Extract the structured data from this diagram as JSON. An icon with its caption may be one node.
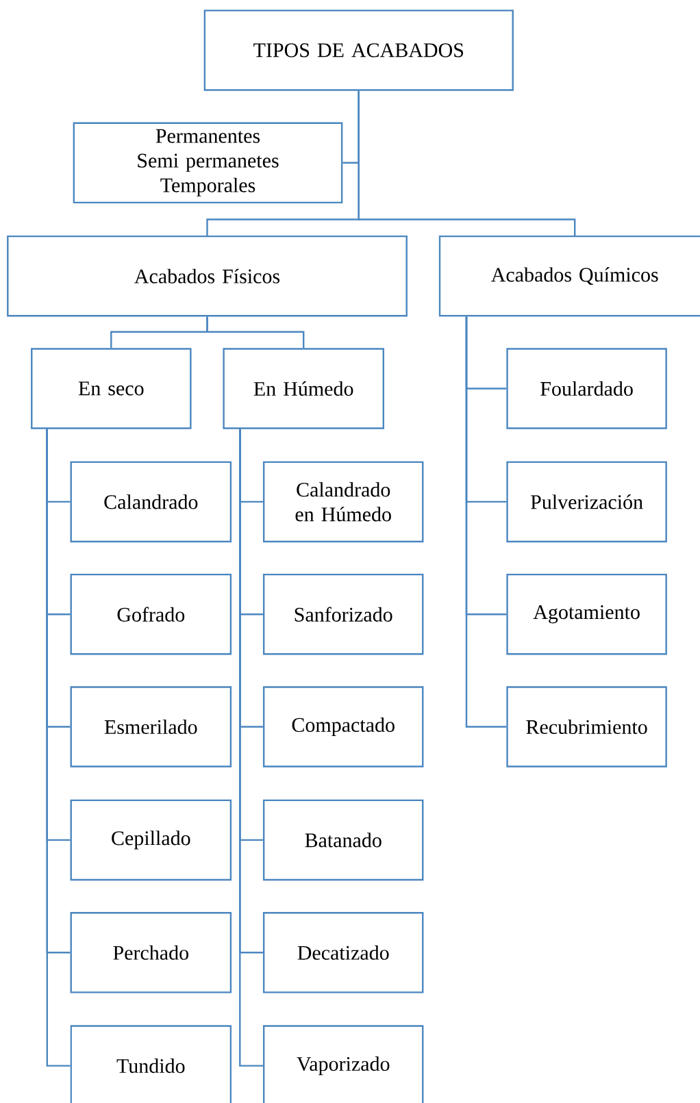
{
  "diagram": {
    "nodes": [
      {
        "text": [
          "TIPOS DE ACABADOS"
        ]
      },
      {
        "text": [
          "Permanentes",
          "Semi permanetes",
          "Temporales"
        ]
      },
      {
        "text": [
          "Acabados Físicos"
        ]
      },
      {
        "text": [
          "Acabados Químicos"
        ]
      },
      {
        "text": [
          "En seco"
        ]
      },
      {
        "text": [
          "En Húmedo"
        ]
      },
      {
        "text": [
          "Calandrado"
        ]
      },
      {
        "text": [
          "Gofrado"
        ]
      },
      {
        "text": [
          "Esmerilado"
        ]
      },
      {
        "text": [
          "Cepillado"
        ]
      },
      {
        "text": [
          "Perchado"
        ]
      },
      {
        "text": [
          "Tundido"
        ]
      },
      {
        "text": [
          "Calandrado en Húmedo"
        ]
      },
      {
        "text": [
          "Sanforizado"
        ]
      },
      {
        "text": [
          "Compactado"
        ]
      },
      {
        "text": [
          "Batanado"
        ]
      },
      {
        "text": [
          "Decatizado"
        ]
      },
      {
        "text": [
          "Vaporizado"
        ]
      },
      {
        "text": [
          "Foulardado"
        ]
      },
      {
        "text": [
          "Pulverización"
        ]
      },
      {
        "text": [
          "Agotamiento"
        ]
      },
      {
        "text": [
          "Recubrimiento"
        ]
      }
    ],
    "edges": [
      {
        "from": 0,
        "to": 1,
        "arrow": "none"
      },
      {
        "from": 0,
        "to": 2,
        "arrow": "none"
      },
      {
        "from": 0,
        "to": 3,
        "arrow": "none"
      },
      {
        "from": 2,
        "to": 4,
        "arrow": "none"
      },
      {
        "from": 2,
        "to": 5,
        "arrow": "none"
      },
      {
        "from": 4,
        "to": 6,
        "arrow": "none"
      },
      {
        "from": 4,
        "to": 7,
        "arrow": "none"
      },
      {
        "from": 4,
        "to": 8,
        "arrow": "none"
      },
      {
        "from": 4,
        "to": 9,
        "arrow": "none"
      },
      {
        "from": 4,
        "to": 10,
        "arrow": "none"
      },
      {
        "from": 4,
        "to": 11,
        "arrow": "none"
      },
      {
        "from": 5,
        "to": 12,
        "arrow": "none"
      },
      {
        "from": 5,
        "to": 13,
        "arrow": "none"
      },
      {
        "from": 5,
        "to": 14,
        "arrow": "none"
      },
      {
        "from": 5,
        "to": 15,
        "arrow": "none"
      },
      {
        "from": 5,
        "to": 16,
        "arrow": "none"
      },
      {
        "from": 5,
        "to": 17,
        "arrow": "none"
      },
      {
        "from": 3,
        "to": 18,
        "arrow": "none"
      },
      {
        "from": 3,
        "to": 19,
        "arrow": "none"
      },
      {
        "from": 3,
        "to": 20,
        "arrow": "none"
      },
      {
        "from": 3,
        "to": 21,
        "arrow": "none"
      }
    ]
  }
}
